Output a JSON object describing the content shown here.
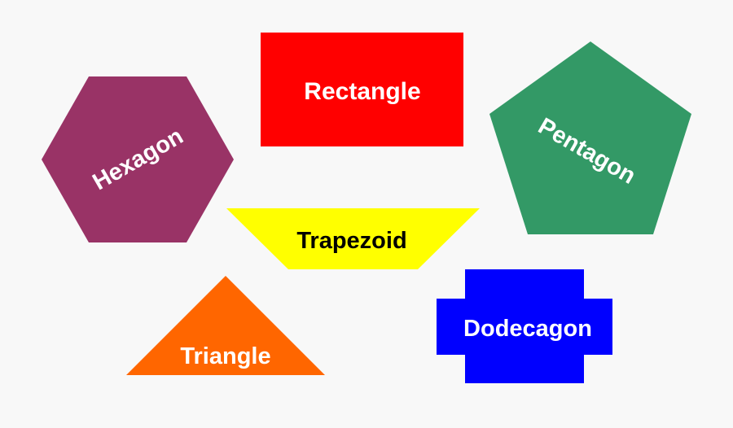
{
  "background": "#f8f8f8",
  "shapes": {
    "rectangle": {
      "label": "Rectangle",
      "fill": "#ff0000",
      "text_color": "#ffffff"
    },
    "hexagon": {
      "label": "Hexagon",
      "fill": "#993366",
      "text_color": "#ffffff",
      "text_rotation_deg": -30
    },
    "pentagon": {
      "label": "Pentagon",
      "fill": "#339966",
      "text_color": "#ffffff",
      "text_rotation_deg": 30
    },
    "trapezoid": {
      "label": "Trapezoid",
      "fill": "#ffff00",
      "text_color": "#000000"
    },
    "triangle": {
      "label": "Triangle",
      "fill": "#ff6600",
      "text_color": "#ffffff"
    },
    "dodecagon": {
      "label": "Dodecagon",
      "fill": "#0000ff",
      "text_color": "#ffffff"
    }
  }
}
